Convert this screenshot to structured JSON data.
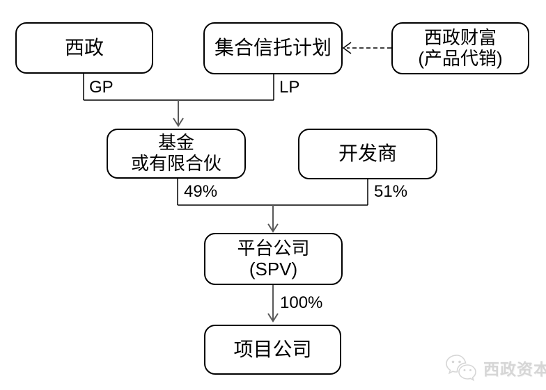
{
  "nodes": {
    "xizheng": {
      "label": "西政"
    },
    "trust": {
      "label": "集合信托计划"
    },
    "wealth": {
      "label": "西政财富",
      "sublabel": "(产品代销)"
    },
    "fund": {
      "label": "基金",
      "sublabel": "或有限合伙"
    },
    "developer": {
      "label": "开发商"
    },
    "spv": {
      "label": "平台公司",
      "sublabel": "(SPV)"
    },
    "project": {
      "label": "项目公司"
    }
  },
  "edges": {
    "gp": "GP",
    "lp": "LP",
    "fund_share": "49%",
    "developer_share": "51%",
    "spv_share": "100%"
  },
  "relationships": [
    {
      "from": "西政",
      "to": "基金或有限合伙",
      "label": "GP",
      "style": "solid-arrow"
    },
    {
      "from": "集合信托计划",
      "to": "基金或有限合伙",
      "label": "LP",
      "style": "solid-arrow"
    },
    {
      "from": "西政财富(产品代销)",
      "to": "集合信托计划",
      "label": "",
      "style": "dashed-arrow"
    },
    {
      "from": "基金或有限合伙",
      "to": "平台公司(SPV)",
      "label": "49%",
      "style": "solid-arrow"
    },
    {
      "from": "开发商",
      "to": "平台公司(SPV)",
      "label": "51%",
      "style": "solid-arrow"
    },
    {
      "from": "平台公司(SPV)",
      "to": "项目公司",
      "label": "100%",
      "style": "solid-arrow"
    }
  ],
  "watermark": {
    "brand": "西政资本"
  },
  "colors": {
    "background": "#ffffff",
    "box_border": "#000000",
    "line": "#000000",
    "arrow": "#595959",
    "watermark": "#d6d6d6"
  }
}
